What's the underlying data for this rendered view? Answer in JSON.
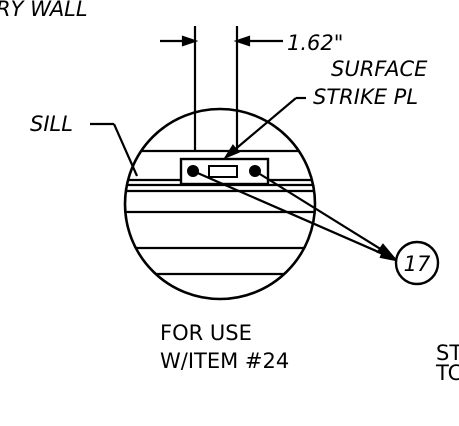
{
  "labels": {
    "wall": "RY WALL",
    "dimension": "1.62\"",
    "surface": "SURFACE",
    "strike": "STRIKE PL",
    "sill": "SILL",
    "callout": "17",
    "use_line1": "FOR USE",
    "use_line2": "W/ITEM #24",
    "edge_line1": "ST",
    "edge_line2": "TC"
  }
}
